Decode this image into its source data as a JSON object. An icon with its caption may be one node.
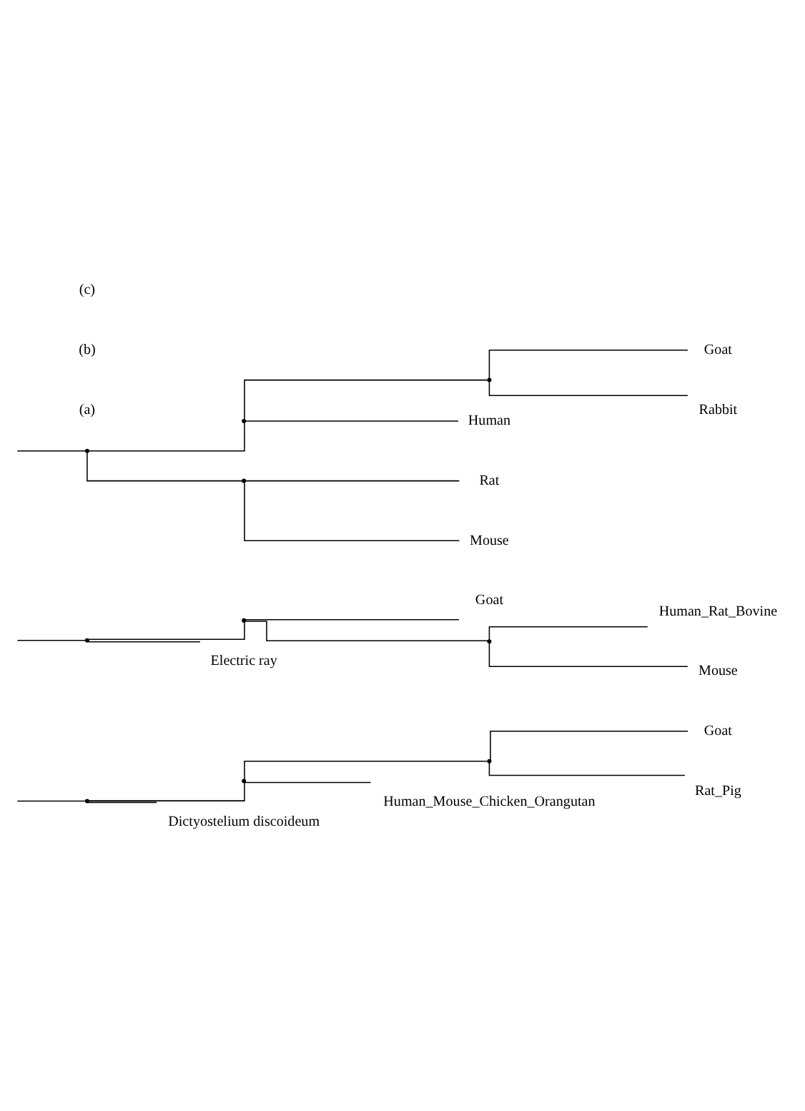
{
  "diagram": {
    "nodes": [
      {
        "text": [],
        "shape": "point"
      },
      {
        "text": [],
        "shape": "point"
      },
      {
        "text": [],
        "shape": "point"
      },
      {
        "text": [
          "Goat"
        ]
      },
      {
        "text": [
          "Rat_Pig"
        ]
      },
      {
        "text": [
          "Human_Mouse_Chicken_Orangutan"
        ]
      },
      {
        "text": [
          "Dictyostelium discoideum"
        ]
      },
      {
        "text": [],
        "shape": "point"
      },
      {
        "text": [],
        "shape": "point"
      },
      {
        "text": [
          "Goat"
        ]
      },
      {
        "text": [],
        "shape": "point"
      },
      {
        "text": [
          "Human_Rat_Bovine"
        ]
      },
      {
        "text": [
          "Mouse"
        ]
      },
      {
        "text": [
          "Electric ray"
        ]
      },
      {
        "text": [],
        "shape": "point"
      },
      {
        "text": [],
        "shape": "point"
      },
      {
        "text": [],
        "shape": "point"
      },
      {
        "text": [
          "Goat"
        ]
      },
      {
        "text": [
          "Rabbit"
        ]
      },
      {
        "text": [
          "Human"
        ]
      },
      {
        "text": [],
        "shape": "point"
      },
      {
        "text": [
          "Rat"
        ]
      },
      {
        "text": [
          "Mouse"
        ]
      }
    ],
    "edges": [
      {
        "from": null,
        "to": 0,
        "arrow": "none"
      },
      {
        "from": 0,
        "to": 1,
        "arrow": "none"
      },
      {
        "from": 1,
        "to": 2,
        "arrow": "none"
      },
      {
        "from": 2,
        "to": 3,
        "arrow": "none"
      },
      {
        "from": 2,
        "to": 4,
        "arrow": "none"
      },
      {
        "from": 1,
        "to": 5,
        "arrow": "none"
      },
      {
        "from": 0,
        "to": 6,
        "arrow": "none"
      },
      {
        "from": null,
        "to": 7,
        "arrow": "none"
      },
      {
        "from": 7,
        "to": 8,
        "arrow": "none"
      },
      {
        "from": 8,
        "to": 9,
        "arrow": "none"
      },
      {
        "from": 8,
        "to": 10,
        "arrow": "none"
      },
      {
        "from": 10,
        "to": 11,
        "arrow": "none"
      },
      {
        "from": 10,
        "to": 12,
        "arrow": "none"
      },
      {
        "from": 7,
        "to": 13,
        "arrow": "none"
      },
      {
        "from": null,
        "to": 14,
        "arrow": "none"
      },
      {
        "from": 14,
        "to": 15,
        "arrow": "none"
      },
      {
        "from": 15,
        "to": 16,
        "arrow": "none"
      },
      {
        "from": 16,
        "to": 17,
        "arrow": "none"
      },
      {
        "from": 16,
        "to": 18,
        "arrow": "none"
      },
      {
        "from": 15,
        "to": 19,
        "arrow": "none"
      },
      {
        "from": 14,
        "to": 20,
        "arrow": "none"
      },
      {
        "from": 20,
        "to": 21,
        "arrow": "none"
      },
      {
        "from": 20,
        "to": 22,
        "arrow": "none"
      }
    ],
    "labels": [
      "(a)",
      "(b)",
      "(c)"
    ]
  }
}
